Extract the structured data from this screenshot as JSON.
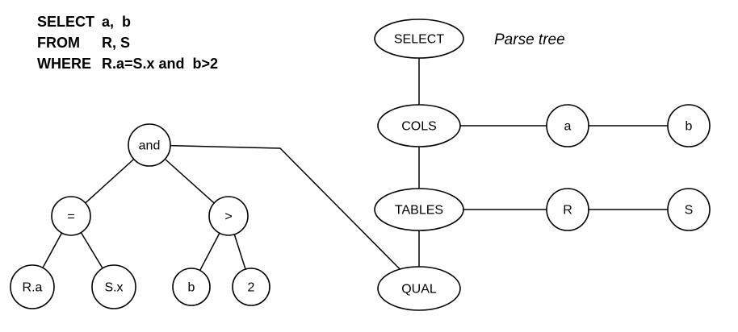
{
  "sql_query": {
    "lines": [
      {
        "keyword": "SELECT",
        "rest": "a,  b"
      },
      {
        "keyword": "FROM",
        "rest": "R, S"
      },
      {
        "keyword": "WHERE",
        "rest": "R.a=S.x and  b>2"
      }
    ]
  },
  "diagram_title": "Parse tree",
  "parse_tree": {
    "select": "SELECT",
    "cols": "COLS",
    "a": "a",
    "b": "b",
    "tables": "TABLES",
    "r": "R",
    "s": "S",
    "qual": "QUAL"
  },
  "expr_tree": {
    "and": "and",
    "eq": "=",
    "gt": ">",
    "ra": "R.a",
    "sx": "S.x",
    "b": "b",
    "two": "2"
  },
  "colors": {
    "stroke": "#000000",
    "background": "#ffffff"
  }
}
